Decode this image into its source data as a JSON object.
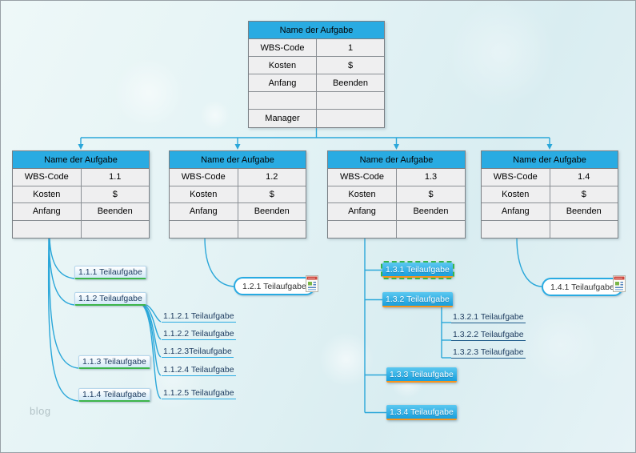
{
  "watermark": "blog",
  "root_table": {
    "title": "Name der Aufgabe",
    "rows": [
      {
        "label": "WBS-Code",
        "value": "1"
      },
      {
        "label": "Kosten",
        "value": "$"
      },
      {
        "label": "Anfang",
        "value": "Beenden"
      },
      {
        "label": "",
        "value": ""
      },
      {
        "label": "Manager",
        "value": ""
      }
    ]
  },
  "branch_tables": [
    {
      "title": "Name der Aufgabe",
      "rows": [
        {
          "label": "WBS-Code",
          "value": "1.1"
        },
        {
          "label": "Kosten",
          "value": "$"
        },
        {
          "label": "Anfang",
          "value": "Beenden"
        },
        {
          "label": "",
          "value": ""
        }
      ]
    },
    {
      "title": "Name der Aufgabe",
      "rows": [
        {
          "label": "WBS-Code",
          "value": "1.2"
        },
        {
          "label": "Kosten",
          "value": "$"
        },
        {
          "label": "Anfang",
          "value": "Beenden"
        },
        {
          "label": "",
          "value": ""
        }
      ]
    },
    {
      "title": "Name der Aufgabe",
      "rows": [
        {
          "label": "WBS-Code",
          "value": "1.3"
        },
        {
          "label": "Kosten",
          "value": "$"
        },
        {
          "label": "Anfang",
          "value": "Beenden"
        },
        {
          "label": "",
          "value": ""
        }
      ]
    },
    {
      "title": "Name der Aufgabe",
      "rows": [
        {
          "label": "WBS-Code",
          "value": "1.4"
        },
        {
          "label": "Kosten",
          "value": "$"
        },
        {
          "label": "Anfang",
          "value": "Beenden"
        },
        {
          "label": "",
          "value": ""
        }
      ]
    }
  ],
  "leaf_nodes": {
    "n1_1_1": "1.1.1 Teilaufgabe",
    "n1_1_2": "1.1.2 Teilaufgabe",
    "n1_1_3": "1.1.3 Teilaufgabe",
    "n1_1_4": "1.1.4 Teilaufgabe",
    "n1_1_2_1": "1.1.2.1 Teilaufgabe",
    "n1_1_2_2": "1.1.2.2 Teilaufgabe",
    "n1_1_2_3": "1.1.2.3Teilaufgabe",
    "n1_1_2_4": "1.1.2.4 Teilaufgabe",
    "n1_1_2_5": "1.1.2.5 Teilaufgabe",
    "n1_2_1": "1.2.1 Teilaufgabe",
    "n1_3_1": "1.3.1 Teilaufgabe",
    "n1_3_2": "1.3.2 Teilaufgabe",
    "n1_3_3": "1.3.3 Teilaufgabe",
    "n1_3_4": "1.3.4 Teilaufgabe",
    "n1_3_2_1": "1.3.2.1 Teilaufgabe",
    "n1_3_2_2": "1.3.2.2 Teilaufgabe",
    "n1_3_2_3": "1.3.2.3 Teilaufgabe",
    "n1_4_1": "1.4.1 Teilaufgabe"
  },
  "icons": {
    "attachment_1_2_1": "document-attachment-icon",
    "attachment_1_4_1": "document-attachment-icon"
  },
  "colors": {
    "accent_blue": "#29abe2",
    "connector": "#2aa7d9",
    "green_underline": "#3cb54a",
    "orange_underline": "#f7941d",
    "selection_dash_green": "#39b54a",
    "cell_background": "#efeff0"
  }
}
